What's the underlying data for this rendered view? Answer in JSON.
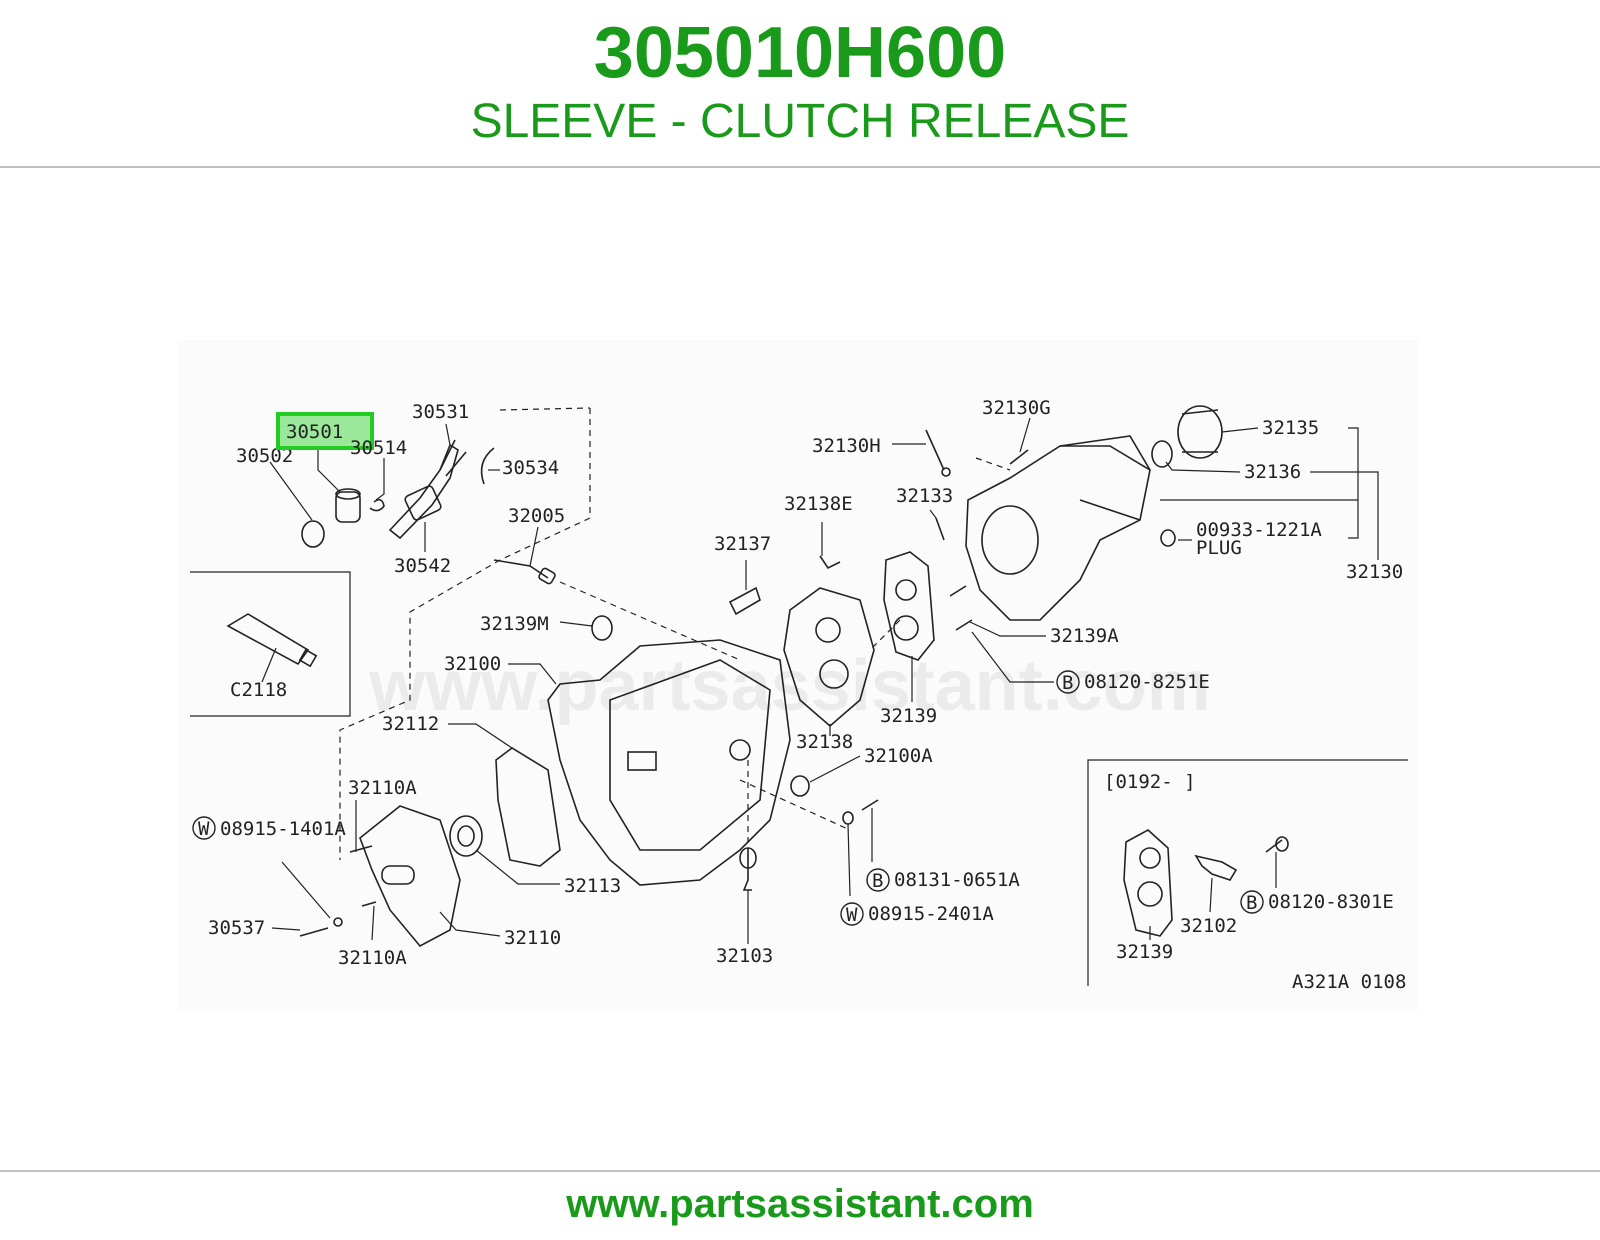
{
  "header": {
    "part_number": "305010H600",
    "part_name": "SLEEVE - CLUTCH RELEASE"
  },
  "footer": {
    "url": "www.partsassistant.com"
  },
  "watermark": "www.partsassistant.com",
  "colors": {
    "brand_green": "#1a9a1a",
    "highlight_green": "#22cc22",
    "highlight_fill": "#9be89b"
  },
  "highlight": {
    "label": "30501"
  },
  "labels": {
    "l30502": "30502",
    "l30514": "30514",
    "l30531": "30531",
    "l30534": "30534",
    "l30542": "30542",
    "l32005": "32005",
    "lC2118": "C2118",
    "l32139M": "32139M",
    "l32100": "32100",
    "l32112": "32112",
    "l32110A_top": "32110A",
    "l08915_1401A": "08915-1401A",
    "l30537": "30537",
    "l32110A_bot": "32110A",
    "l32110": "32110",
    "l32113": "32113",
    "l32103": "32103",
    "l32137": "32137",
    "l32138E": "32138E",
    "l32138": "32138",
    "l32100A": "32100A",
    "l08131_0651A": "08131-0651A",
    "l08915_2401A": "08915-2401A",
    "l32133": "32133",
    "l32139": "32139",
    "l32130H": "32130H",
    "l32130G": "32130G",
    "l32135": "32135",
    "l32136": "32136",
    "l00933_1221A": "00933-1221A",
    "lPLUG": "PLUG",
    "l32130": "32130",
    "l32139A": "32139A",
    "l08120_8251E": "08120-8251E",
    "inset_range": "[0192-      ]",
    "l32139_inset": "32139",
    "l32102": "32102",
    "l08120_8301E": "08120-8301E",
    "diagram_code": "A321A 0108"
  },
  "circle_marks": {
    "W": "W",
    "B": "B"
  }
}
